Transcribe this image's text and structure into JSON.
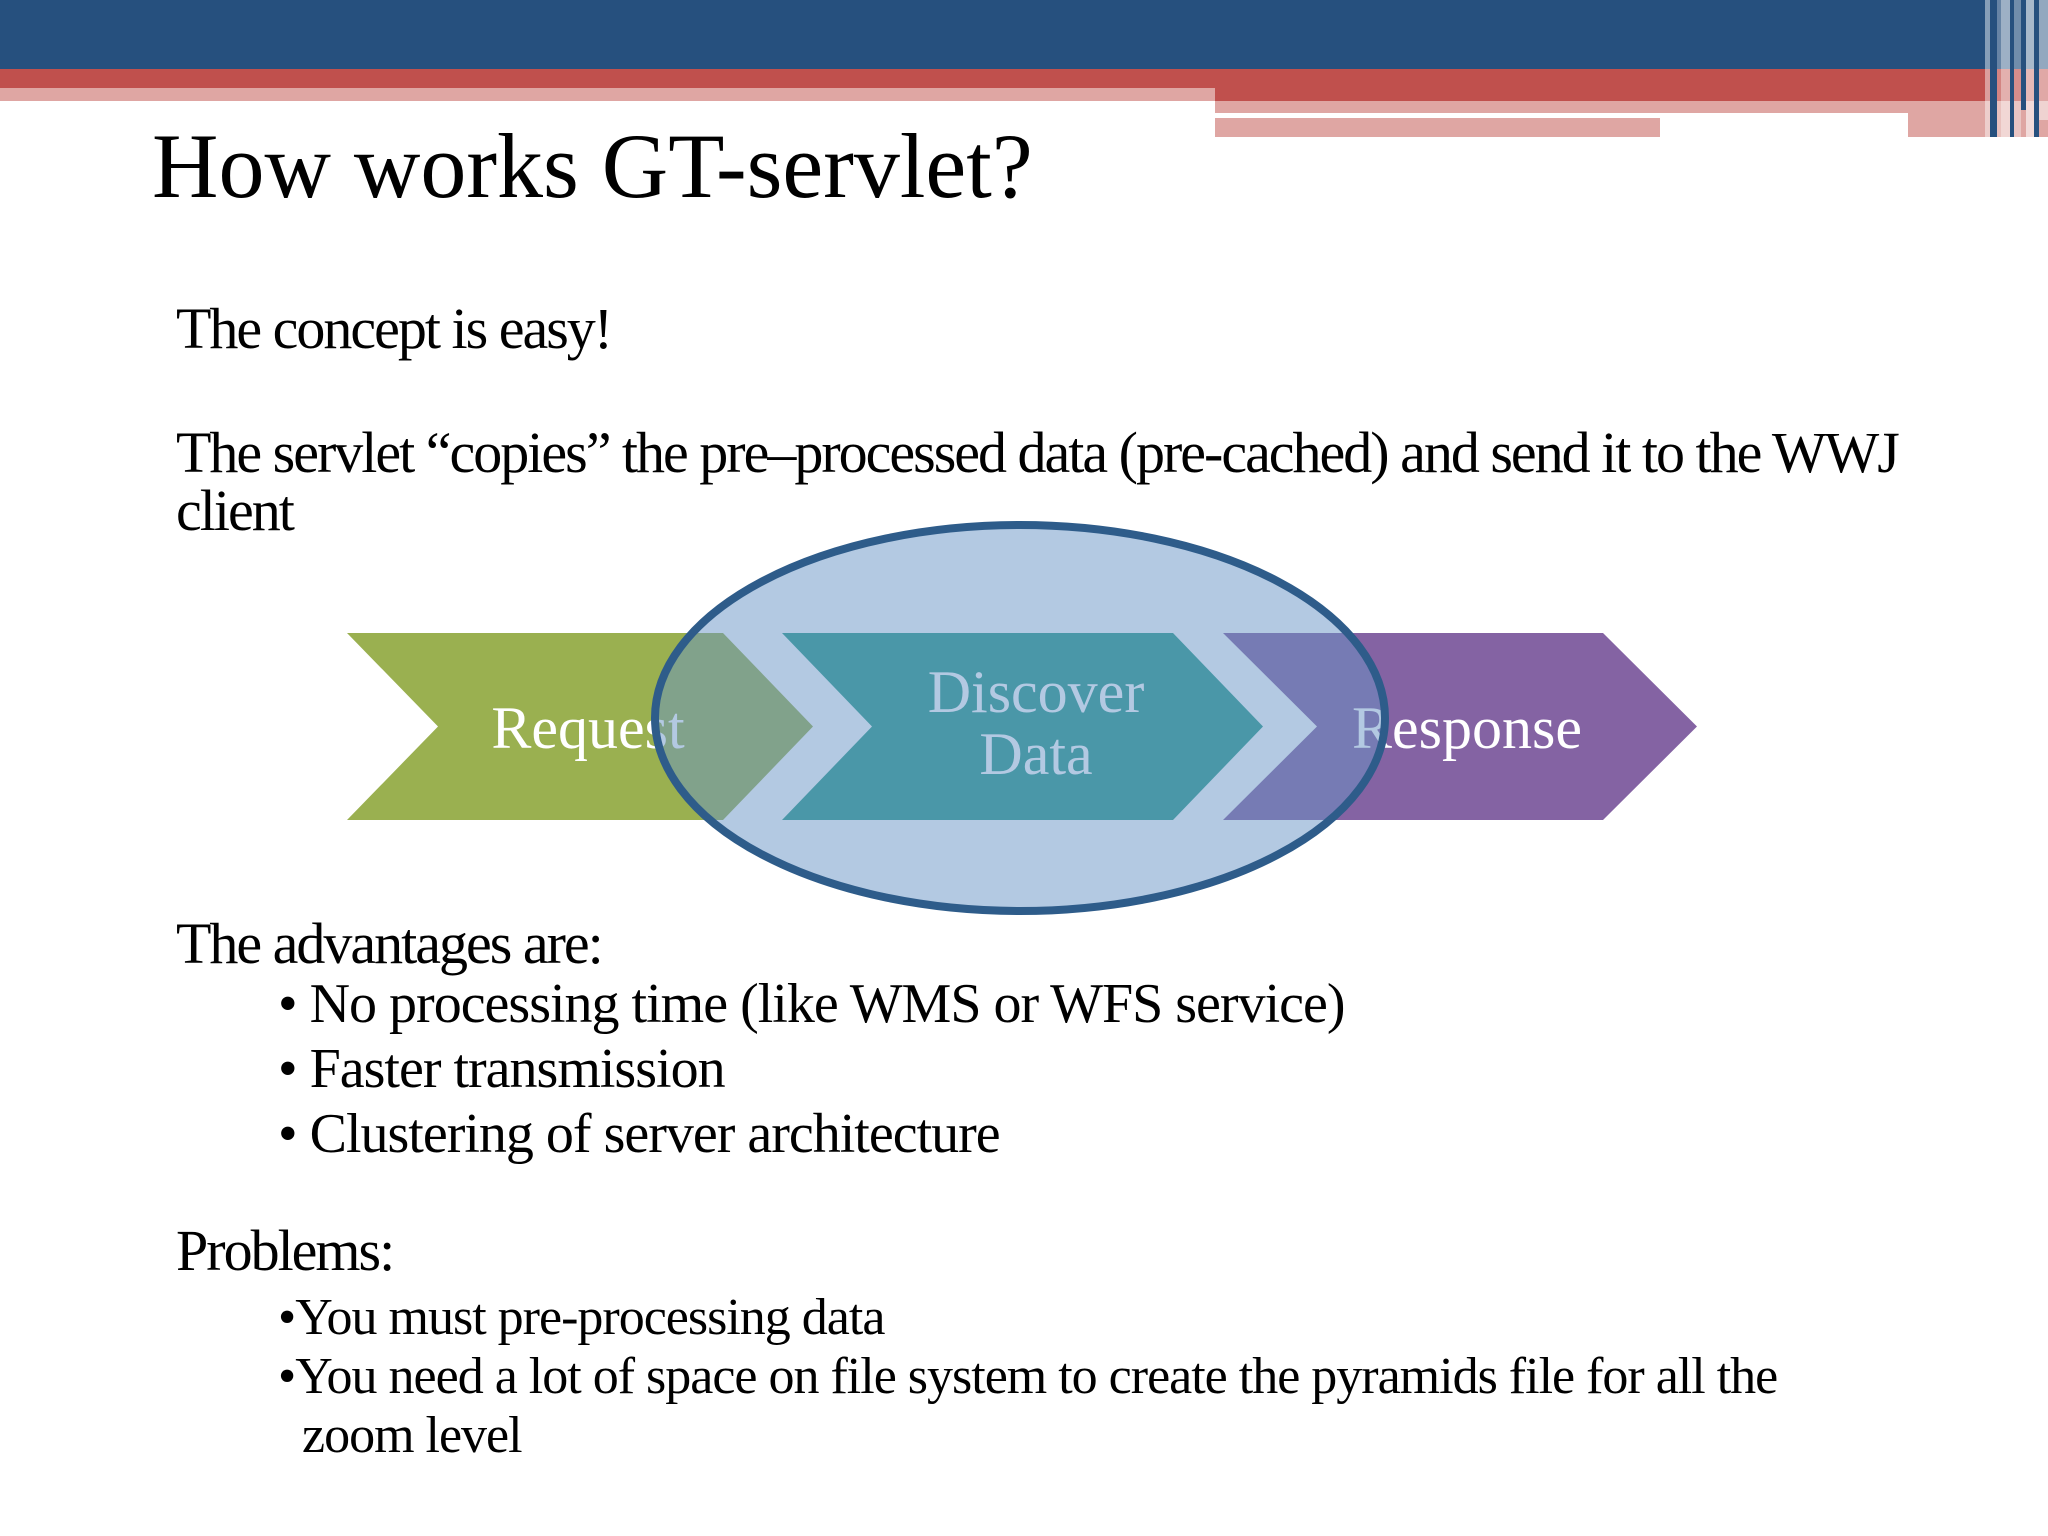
{
  "theme": {
    "banner_blue": "#26507E",
    "banner_red": "#C0504D",
    "banner_pink": "#DFA6A3",
    "background": "#FFFFFF",
    "text_color": "#000000"
  },
  "title": "How works GT-servlet?",
  "body": {
    "concept": "The concept is easy!",
    "servlet_lines": [
      "The servlet “copies” the pre–processed data (pre-cached) and send it to the WWJ",
      "client"
    ],
    "advantages_heading": "The advantages are:",
    "advantages": [
      "• No processing time (like WMS or WFS service)",
      "• Faster transmission",
      "• Clustering of server architecture"
    ],
    "problems_heading": "Problems:",
    "problems": [
      "•You must pre-processing data",
      "•You need a lot of space on file system to create the pyramids file for all the",
      "zoom level"
    ]
  },
  "diagram": {
    "type": "process-chevrons",
    "steps": [
      {
        "label": "Request",
        "color": "#9AB050"
      },
      {
        "label": "Discover Data",
        "label_line1": "Discover",
        "label_line2": "Data",
        "color": "#2D9B8B"
      },
      {
        "label": "Response",
        "color": "#8463A3"
      }
    ],
    "label_color": "#FFFFFF",
    "ellipse": {
      "fill": "#6793C5",
      "fill_opacity": "0.5",
      "stroke": "#2E5C8A",
      "stroke_width": "8"
    }
  }
}
